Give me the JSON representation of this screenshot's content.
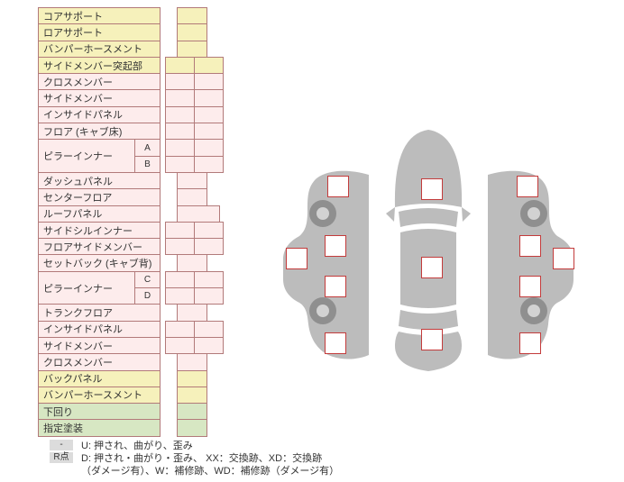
{
  "colors": {
    "row_yellow": "#f6f1bb",
    "row_pink": "#fdecec",
    "row_green": "#d7e7c3",
    "table_border": "#b27a7a",
    "checkpoint_border": "#c33b3b",
    "car_body_gray": "#bcbcbc",
    "wheel_gray": "#8f8f8f",
    "legend_badge_gray": "#dcdcdc"
  },
  "parts_table": {
    "rows": [
      {
        "label": "コアサポート",
        "color": "yellow",
        "cells": "single"
      },
      {
        "label": "ロアサポート",
        "color": "yellow",
        "cells": "single"
      },
      {
        "label": "バンパーホースメント",
        "color": "yellow",
        "cells": "single"
      },
      {
        "label": "サイドメンバー突起部",
        "color": "yellow",
        "cells": "double"
      },
      {
        "label": "クロスメンバー",
        "color": "pink",
        "cells": "double"
      },
      {
        "label": "サイドメンバー",
        "color": "pink",
        "cells": "double"
      },
      {
        "label": "インサイドパネル",
        "color": "pink",
        "cells": "double"
      },
      {
        "label": "フロア (キャブ床)",
        "color": "pink",
        "cells": "double"
      },
      {
        "label": "ピラーインナー",
        "color": "pink",
        "cells": "double",
        "sub": [
          "A",
          "B"
        ]
      },
      {
        "label": "ダッシュパネル",
        "color": "pink",
        "cells": "single"
      },
      {
        "label": "センターフロア",
        "color": "pink",
        "cells": "single"
      },
      {
        "label": "ルーフパネル",
        "color": "pink",
        "cells": "single-wide"
      },
      {
        "label": "サイドシルインナー",
        "color": "pink",
        "cells": "double"
      },
      {
        "label": "フロアサイドメンバー",
        "color": "pink",
        "cells": "double"
      },
      {
        "label": "セットバック (キャブ背)",
        "color": "pink",
        "cells": "single"
      },
      {
        "label": "ピラーインナー",
        "color": "pink",
        "cells": "double",
        "sub": [
          "C",
          "D"
        ]
      },
      {
        "label": "トランクフロア",
        "color": "pink",
        "cells": "single"
      },
      {
        "label": "インサイドパネル",
        "color": "pink",
        "cells": "double"
      },
      {
        "label": "サイドメンバー",
        "color": "pink",
        "cells": "double"
      },
      {
        "label": "クロスメンバー",
        "color": "pink",
        "cells": "single"
      },
      {
        "label": "バックパネル",
        "color": "yellow",
        "cells": "single"
      },
      {
        "label": "バンパーホースメント",
        "color": "yellow",
        "cells": "single"
      },
      {
        "label": "下回り",
        "color": "green",
        "cells": "single"
      },
      {
        "label": "指定塗装",
        "color": "green",
        "cells": "single"
      }
    ]
  },
  "legend": {
    "items": [
      {
        "badge": "-",
        "text": "U: 押され、曲がり、歪み"
      },
      {
        "badge": "R点",
        "text": "D: 押され・曲がり・歪み、 XX：交換跡、XD：交換跡",
        "text2": "（ダメージ有）、W：補修跡、WD：補修跡（ダメージ有）"
      }
    ]
  },
  "diagram": {
    "views": [
      {
        "name": "left-side-view",
        "checkpoints": 5
      },
      {
        "name": "top-view",
        "checkpoints": 3
      },
      {
        "name": "right-side-view",
        "checkpoints": 5
      }
    ]
  }
}
